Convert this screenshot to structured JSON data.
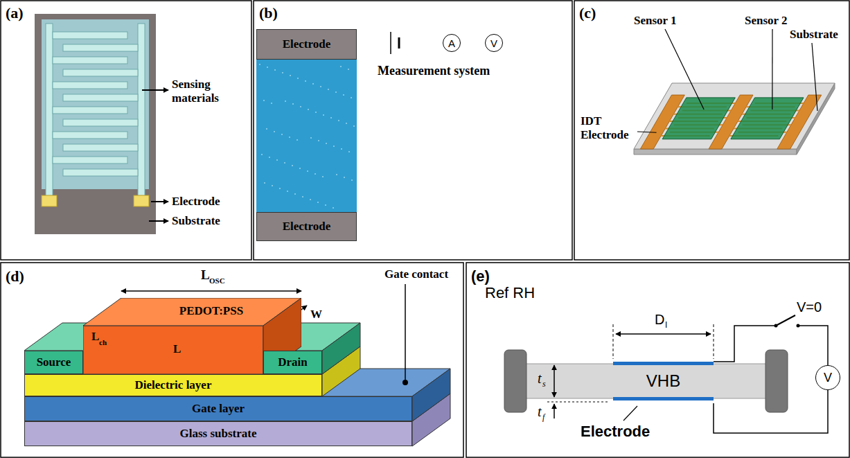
{
  "diagram": {
    "nodes": [
      {
        "text": [
          "Electrode"
        ]
      },
      {
        "text": [
          "A"
        ]
      },
      {
        "text": [
          "V"
        ]
      },
      {
        "text": [
          "Electrode"
        ]
      },
      {
        "text": [
          "PEDOT:PSS"
        ]
      },
      {
        "text": [
          "Source"
        ]
      },
      {
        "text": [
          "Drain"
        ]
      },
      {
        "text": [
          "Dielectric layer"
        ]
      },
      {
        "text": [
          "Gate layer"
        ]
      },
      {
        "text": [
          "Glass substrate"
        ]
      },
      {
        "text": [
          "VHB"
        ]
      },
      {
        "text": [
          "V"
        ]
      }
    ],
    "edges": [
      {
        "from": 0,
        "to": 1,
        "arrow": "none"
      },
      {
        "from": 1,
        "to": 2,
        "arrow": "none"
      },
      {
        "from": 2,
        "to": 3,
        "arrow": "none"
      }
    ],
    "labels": [
      "(a)",
      "Sensing materials",
      "Electrode",
      "Substrate",
      "(b)",
      "Measurement system",
      "(c)",
      "Sensor 1",
      "Sensor 2",
      "IDT Electrode",
      "Substrate",
      "(d)",
      "L",
      "OSC",
      "W",
      "L",
      "ch",
      "L",
      "Gate contact",
      "(e)",
      "Ref RH",
      "D",
      "I",
      "V=0",
      "t",
      "s",
      "t",
      "f",
      "Electrode"
    ]
  }
}
